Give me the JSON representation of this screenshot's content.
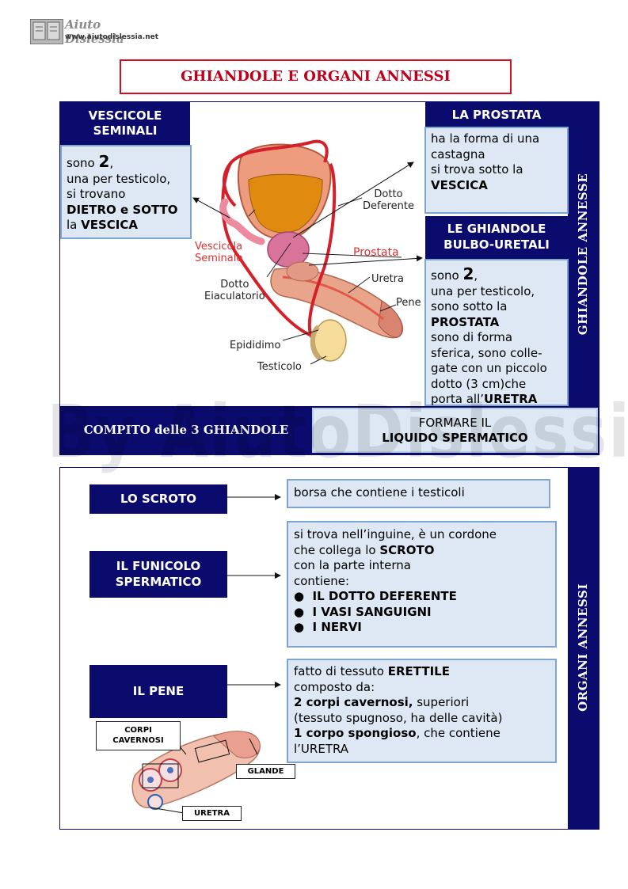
{
  "logo": {
    "brand": "Aiuto Dislessia",
    "url_text": "www.aiutodislessia.net"
  },
  "title": "GHIANDOLE E ORGANI ANNESSI",
  "section1": {
    "side_label": "GHIANDOLE    ANNESSE",
    "vescicole": {
      "header": [
        "VESCICOLE",
        "SEMINALI"
      ],
      "body": [
        "sono ",
        "2",
        ",",
        "una per testicolo,",
        "si trovano",
        "DIETRO e SOTTO",
        "la ",
        "VESCICA"
      ]
    },
    "prostata": {
      "header": "LA PROSTATA",
      "body": [
        "ha la forma di una",
        "castagna",
        "si trova sotto la",
        "VESCICA"
      ]
    },
    "ghiandole": {
      "header": [
        "LE GHIANDOLE",
        "BULBO-URETALI"
      ],
      "body": [
        "sono ",
        "2",
        ",",
        "una per testicolo,",
        "sono sotto la",
        "PROSTATA",
        "sono di forma",
        "sferica, sono colle-",
        "gate con un piccolo",
        "dotto (3 cm)che",
        "porta all’",
        "URETRA"
      ]
    },
    "diagram_labels": {
      "dotto_deferente": [
        "Dotto",
        "Deferente"
      ],
      "vescicola": [
        "Vescicola",
        "Seminale"
      ],
      "prostata": "Prostata",
      "dotto_eiac": [
        "Dotto",
        "Eiaculatorio"
      ],
      "uretra": "Uretra",
      "pene": "Pene",
      "epididimo": "Epididimo",
      "testicolo": "Testicolo"
    },
    "compito": {
      "label": "COMPITO delle 3 GHIANDOLE",
      "value": [
        "FORMARE IL",
        "LIQUIDO SPERMATICO"
      ]
    }
  },
  "watermark": "By AiutoDislessia.net",
  "section2": {
    "side_label": "ORGANI    ANNESSI",
    "scroto": {
      "label": "LO SCROTO",
      "desc": "borsa che contiene i testicoli"
    },
    "funicolo": {
      "label": [
        "IL FUNICOLO",
        "SPERMATICO"
      ],
      "desc": [
        "si trova nell’inguine, è  un cordone",
        "che collega lo ",
        "SCROTO",
        "con la parte interna",
        "contiene:"
      ],
      "bullets": [
        "IL DOTTO DEFERENTE",
        "I VASI SANGUIGNI",
        "I NERVI"
      ]
    },
    "pene": {
      "label": "IL PENE",
      "desc": [
        "fatto di tessuto ",
        "ERETTILE",
        "composto da:",
        "2 corpi cavernosi,",
        " superiori",
        "(tessuto spugnoso, ha delle cavità)",
        "1 corpo spongioso",
        ", che contiene",
        "l’URETRA"
      ],
      "diagram_labels": {
        "corpi": [
          "CORPI",
          "CAVERNOSI"
        ],
        "glande": "GLANDE",
        "uretra": "URETRA"
      }
    }
  },
  "colors": {
    "navy": "#0b0b6e",
    "light_blue": "#dde8f4",
    "title_red": "#c0001a",
    "box_border": "#7fa5cf"
  }
}
